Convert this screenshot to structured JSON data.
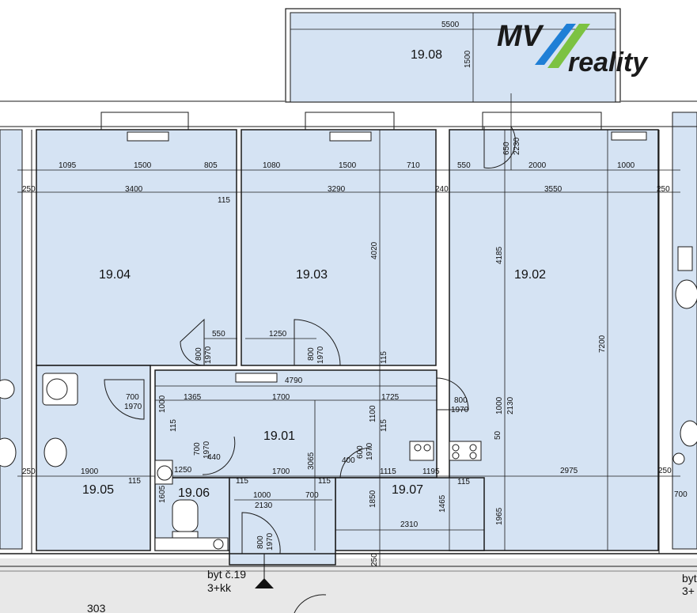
{
  "logo": {
    "top": "MV",
    "bottom": "reality",
    "colors": {
      "dark": "#1a1a1a",
      "blue": "#1f7fd6",
      "green": "#7cc242"
    }
  },
  "colors": {
    "room_fill": "#d5e3f3",
    "corridor_fill": "#e8e8e8",
    "wall": "#1a1a1a"
  },
  "rooms": [
    {
      "id": "19.08"
    },
    {
      "id": "19.04"
    },
    {
      "id": "19.03"
    },
    {
      "id": "19.02"
    },
    {
      "id": "19.01"
    },
    {
      "id": "19.05"
    },
    {
      "id": "19.06"
    },
    {
      "id": "19.07"
    }
  ],
  "unit": {
    "line1": "byt č.19",
    "line2": "3+kk",
    "neighbor": "303",
    "right_line1": "byt",
    "right_line2": "3+"
  },
  "dims": {
    "balcony_w": "5500",
    "balcony_h": "1500",
    "r04_a": "1095",
    "r04_b": "1500",
    "r04_c": "805",
    "r03_a": "1080",
    "r03_b": "1500",
    "r03_c": "710",
    "r02_a": "550",
    "r02_b": "2000",
    "r02_c": "1000",
    "w250a": "250",
    "w3400": "3400",
    "w115a": "115",
    "w3290": "3290",
    "w240": "240",
    "w3550": "3550",
    "w250b": "250",
    "v4020": "4020",
    "v4185": "4185",
    "v650": "650",
    "v2230": "2230",
    "v7200": "7200",
    "d550": "550",
    "d1250": "1250",
    "d800a": "800",
    "d1970a": "1970",
    "d800b": "800",
    "d1970b": "1970",
    "d115a": "115",
    "h4790": "4790",
    "h700": "700",
    "h1970": "1970",
    "h1000": "1000",
    "h1365": "1365",
    "h1700a": "1700",
    "h1725": "1725",
    "h800": "800",
    "h1970b": "1970",
    "v1100": "1100",
    "v115": "115",
    "v1000": "1000",
    "v2130": "2130",
    "v50": "50",
    "k115": "115",
    "k700": "700",
    "k1970": "1970",
    "k440": "440",
    "v3065": "3065",
    "v400": "400",
    "v600": "600",
    "v1970": "1970",
    "b250": "250",
    "b1900": "1900",
    "b115": "115",
    "b1250": "1250",
    "b115b": "115",
    "b1700": "1700",
    "b115c": "115",
    "b1115": "1115",
    "b1195": "1195",
    "b115d": "115",
    "b2975": "2975",
    "b250r": "250",
    "v1605": "1605",
    "c1000": "1000",
    "c700": "700",
    "c2130": "2130",
    "v1850": "1850",
    "c2310": "2310",
    "v1465": "1465",
    "v1965": "1965",
    "e800": "800",
    "e1970": "1970",
    "e250": "250",
    "r700": "700"
  }
}
